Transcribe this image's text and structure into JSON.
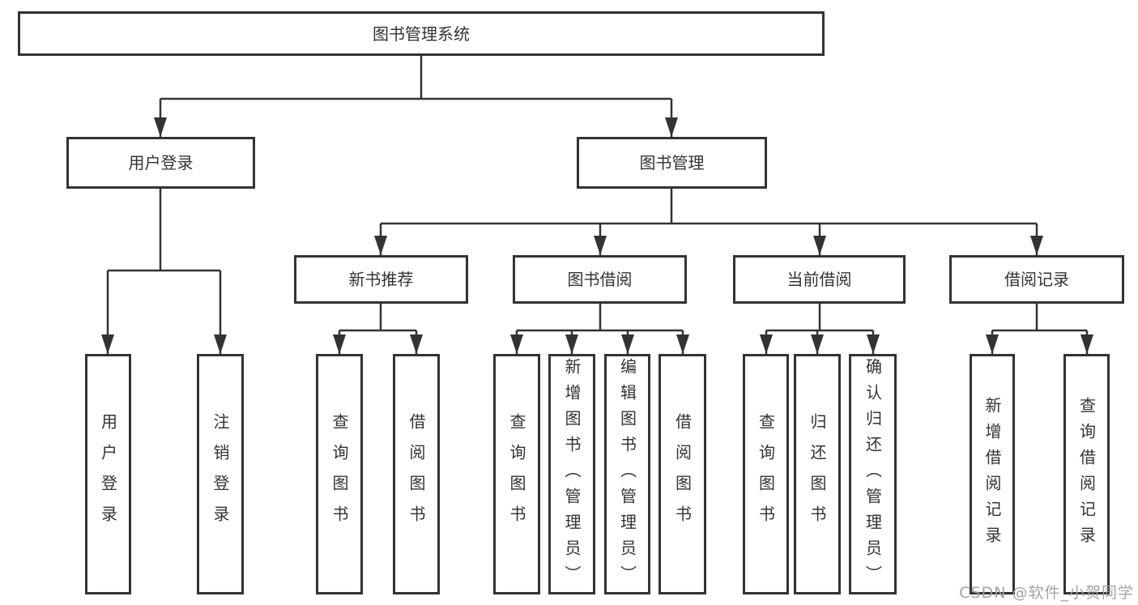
{
  "title": "图书管理系统",
  "colors": {
    "line": "#333333",
    "box_border": "#333333",
    "box_fill": "#ffffff",
    "text": "#333333",
    "watermark": "#9e9e9e"
  },
  "watermark": {
    "text": "CSDN @软件_小贺同学"
  },
  "tree": {
    "label": "图书管理系统",
    "children": [
      {
        "label": "用户登录",
        "children": [
          {
            "label": "用户登录"
          },
          {
            "label": "注销登录"
          }
        ]
      },
      {
        "label": "图书管理",
        "children": [
          {
            "label": "新书推荐",
            "children": [
              {
                "label": "查询图书"
              },
              {
                "label": "借阅图书"
              }
            ]
          },
          {
            "label": "图书借阅",
            "children": [
              {
                "label": "查询图书"
              },
              {
                "label": "新增图书（管理员）"
              },
              {
                "label": "编辑图书（管理员）"
              },
              {
                "label": "借阅图书"
              }
            ]
          },
          {
            "label": "当前借阅",
            "children": [
              {
                "label": "查询图书"
              },
              {
                "label": "归还图书"
              },
              {
                "label": "确认归还（管理员）"
              }
            ]
          },
          {
            "label": "借阅记录",
            "children": [
              {
                "label": "新增借阅记录"
              },
              {
                "label": "查询借阅记录"
              }
            ]
          }
        ]
      }
    ]
  }
}
